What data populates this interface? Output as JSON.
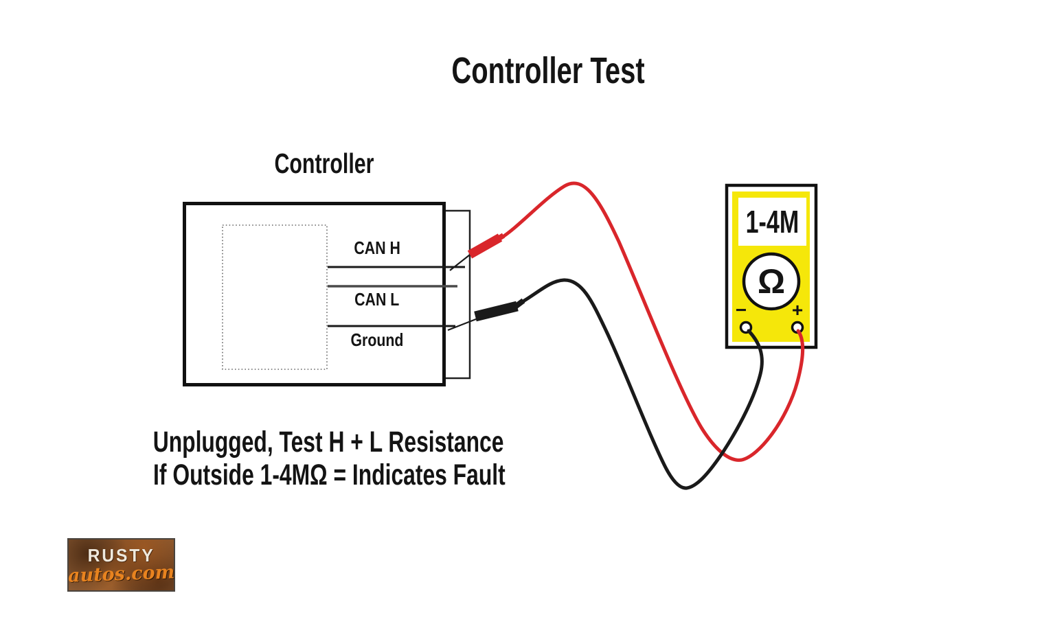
{
  "title": "Controller Test",
  "controller": {
    "label": "Controller",
    "pins": [
      {
        "label": "CAN H"
      },
      {
        "label": "CAN L"
      },
      {
        "label": "Ground"
      }
    ]
  },
  "multimeter": {
    "display_value": "1-4M",
    "dial_symbol": "Ω",
    "negative_jack_label": "−",
    "positive_jack_label": "+"
  },
  "instructions": {
    "line1": "Unplugged, Test H + L Resistance",
    "line2": "If Outside 1-4MΩ = Indicates Fault"
  },
  "logo": {
    "top": "RUSTY",
    "bottom": "autos.com"
  },
  "colors": {
    "positive_lead": "#d9262b",
    "negative_lead": "#1a1a1a",
    "can_l_wire": "#4a4a4a",
    "meter_face": "#f5e70a",
    "outline": "#111111"
  }
}
